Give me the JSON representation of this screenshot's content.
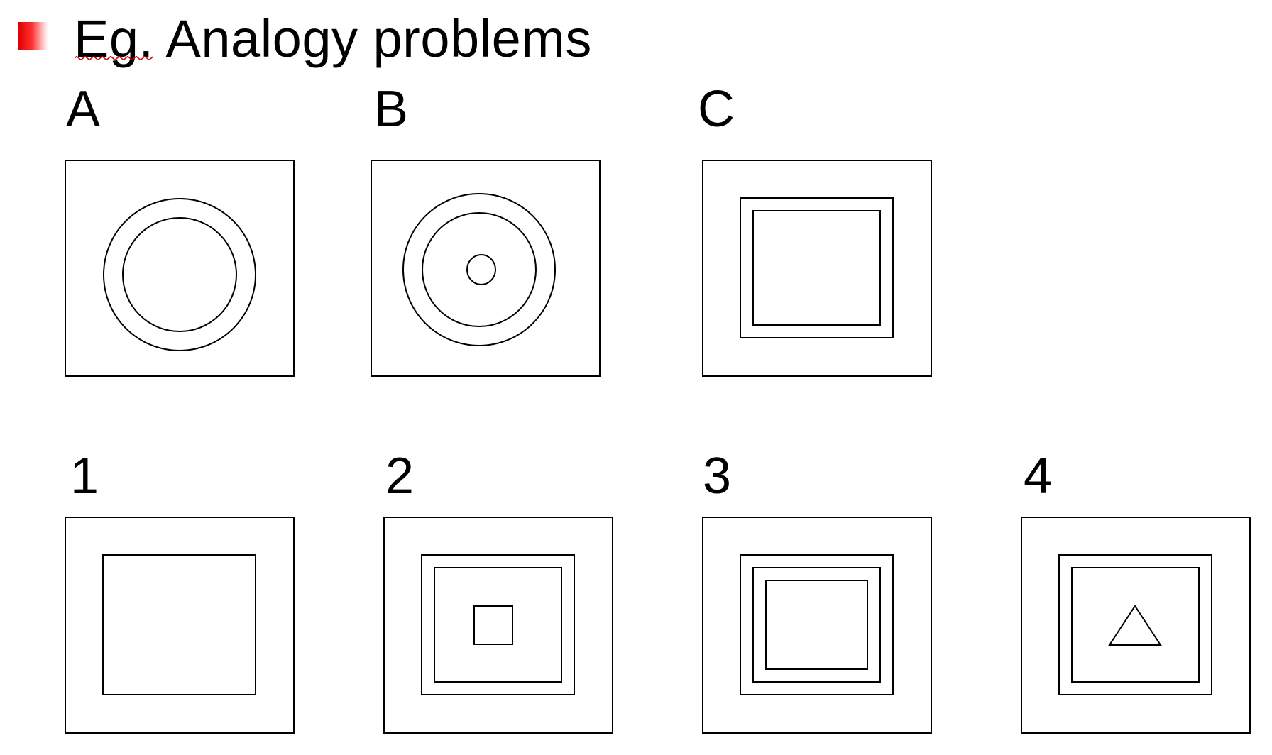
{
  "title": {
    "text": "Eg. Analogy problems",
    "bullet_color": "#e00000",
    "spellcheck_underline_color": "#d00000"
  },
  "problem_row": {
    "labels": [
      "A",
      "B",
      "C"
    ]
  },
  "answer_row": {
    "labels": [
      "1",
      "2",
      "3",
      "4"
    ]
  }
}
